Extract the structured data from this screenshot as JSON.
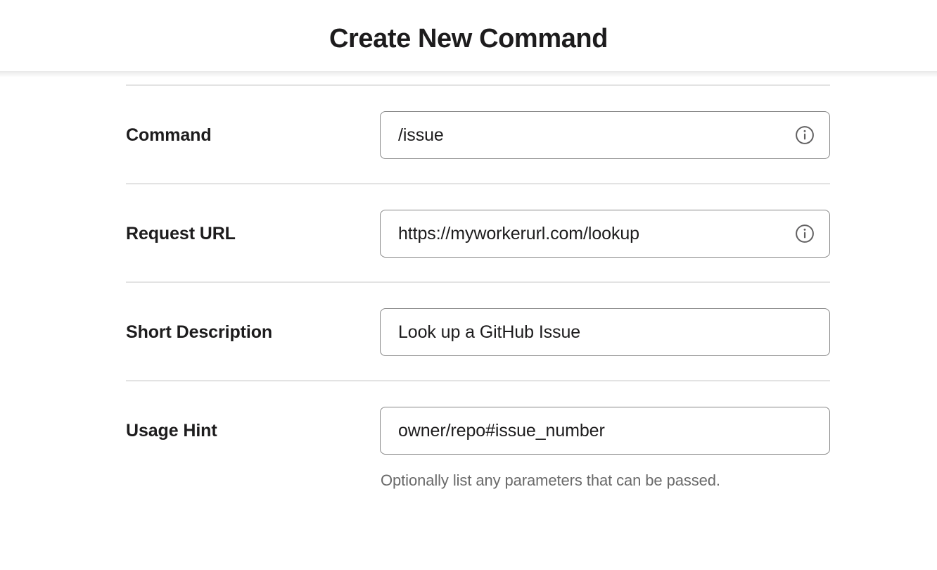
{
  "header": {
    "title": "Create New Command"
  },
  "form": {
    "rows": [
      {
        "label": "Command",
        "value": "/issue",
        "has_info_icon": true,
        "info_icon": "info-circle-icon",
        "help": ""
      },
      {
        "label": "Request URL",
        "value": "https://myworkerurl.com/lookup",
        "has_info_icon": true,
        "info_icon": "info-circle-icon",
        "help": ""
      },
      {
        "label": "Short Description",
        "value": "Look up a GitHub Issue",
        "has_info_icon": false,
        "info_icon": "",
        "help": ""
      },
      {
        "label": "Usage Hint",
        "value": "owner/repo#issue_number",
        "has_info_icon": false,
        "info_icon": "",
        "help": "Optionally list any parameters that can be passed."
      }
    ]
  },
  "colors": {
    "page_background": "#ffffff",
    "title_text": "#1d1c1d",
    "label_text": "#1d1c1d",
    "input_border": "#868686",
    "divider": "#e3e3e3",
    "help_text": "#6a6a6a",
    "icon": "#616061"
  }
}
